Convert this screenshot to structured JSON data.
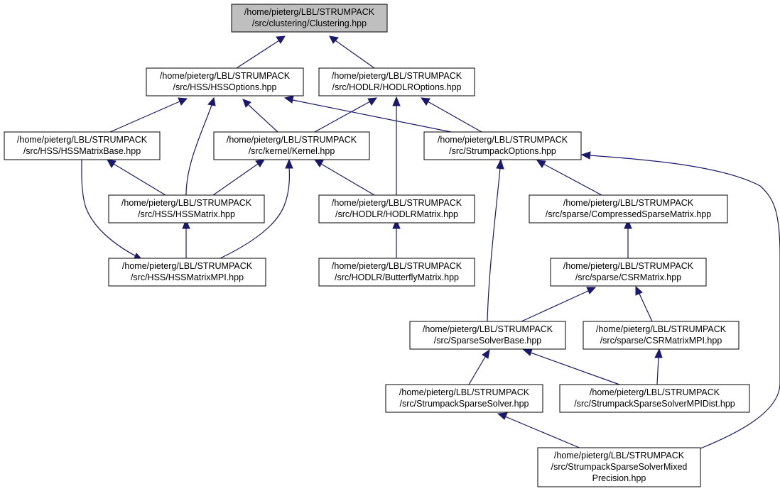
{
  "colors": {
    "edge": "#191970",
    "root_fill": "#bfbfbf",
    "node_fill": "#ffffff"
  },
  "nodes": {
    "clustering": [
      "/home/pieterg/LBL/STRUMPACK",
      "/src/clustering/Clustering.hpp"
    ],
    "hssoptions": [
      "/home/pieterg/LBL/STRUMPACK",
      "/src/HSS/HSSOptions.hpp"
    ],
    "hodlroptions": [
      "/home/pieterg/LBL/STRUMPACK",
      "/src/HODLR/HODLROptions.hpp"
    ],
    "hssmatrixbase": [
      "/home/pieterg/LBL/STRUMPACK",
      "/src/HSS/HSSMatrixBase.hpp"
    ],
    "kernel": [
      "/home/pieterg/LBL/STRUMPACK",
      "/src/kernel/Kernel.hpp"
    ],
    "strumpackoptions": [
      "/home/pieterg/LBL/STRUMPACK",
      "/src/StrumpackOptions.hpp"
    ],
    "hssmatrix": [
      "/home/pieterg/LBL/STRUMPACK",
      "/src/HSS/HSSMatrix.hpp"
    ],
    "hodlrmatrix": [
      "/home/pieterg/LBL/STRUMPACK",
      "/src/HODLR/HODLRMatrix.hpp"
    ],
    "compressedsparsematrix": [
      "/home/pieterg/LBL/STRUMPACK",
      "/src/sparse/CompressedSparseMatrix.hpp"
    ],
    "hssmatrixmpi": [
      "/home/pieterg/LBL/STRUMPACK",
      "/src/HSS/HSSMatrixMPI.hpp"
    ],
    "butterflymatrix": [
      "/home/pieterg/LBL/STRUMPACK",
      "/src/HODLR/ButterflyMatrix.hpp"
    ],
    "csrmatrix": [
      "/home/pieterg/LBL/STRUMPACK",
      "/src/sparse/CSRMatrix.hpp"
    ],
    "sparsesolverbase": [
      "/home/pieterg/LBL/STRUMPACK",
      "/src/SparseSolverBase.hpp"
    ],
    "csrmatrixmpi": [
      "/home/pieterg/LBL/STRUMPACK",
      "/src/sparse/CSRMatrixMPI.hpp"
    ],
    "strumpacksparsesolver": [
      "/home/pieterg/LBL/STRUMPACK",
      "/src/StrumpackSparseSolver.hpp"
    ],
    "strumpacksparsesolvermpidist": [
      "/home/pieterg/LBL/STRUMPACK",
      "/src/StrumpackSparseSolverMPIDist.hpp"
    ],
    "strumpacksparsesolvermixed": [
      "/home/pieterg/LBL/STRUMPACK",
      "/src/StrumpackSparseSolverMixed",
      "Precision.hpp"
    ]
  }
}
